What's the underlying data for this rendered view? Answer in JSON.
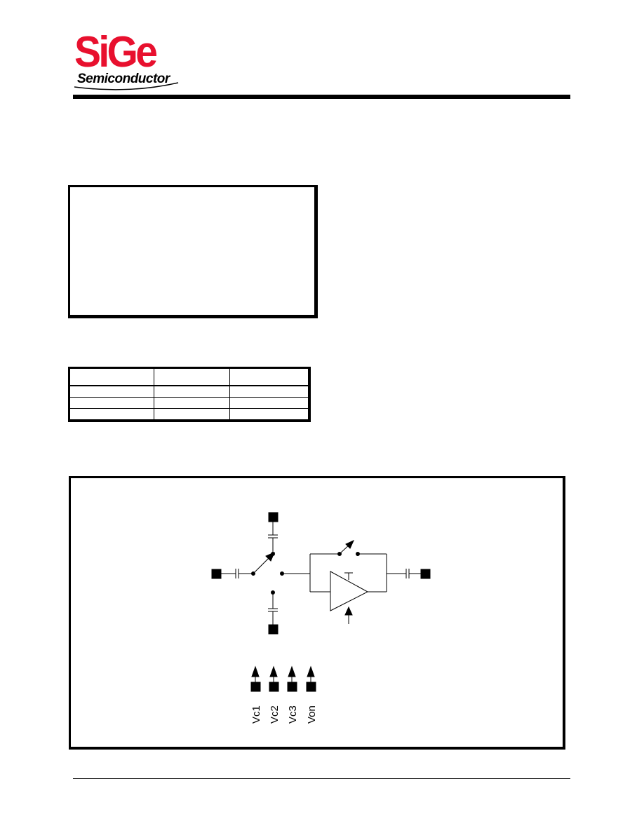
{
  "logo": {
    "brand": "SiGe",
    "subtitle": "Semiconductor",
    "brand_color": "#e8102e"
  },
  "ordering_table": {
    "rows": 3,
    "columns": 3
  },
  "block_diagram": {
    "control_pins": [
      {
        "label": "Vc1"
      },
      {
        "label": "Vc2"
      },
      {
        "label": "Vc3"
      },
      {
        "label": "Von"
      }
    ],
    "components": {
      "switch": "sp3t-switch",
      "amplifier": "amplifier-triangle",
      "bypass": "bypass-switch"
    }
  }
}
